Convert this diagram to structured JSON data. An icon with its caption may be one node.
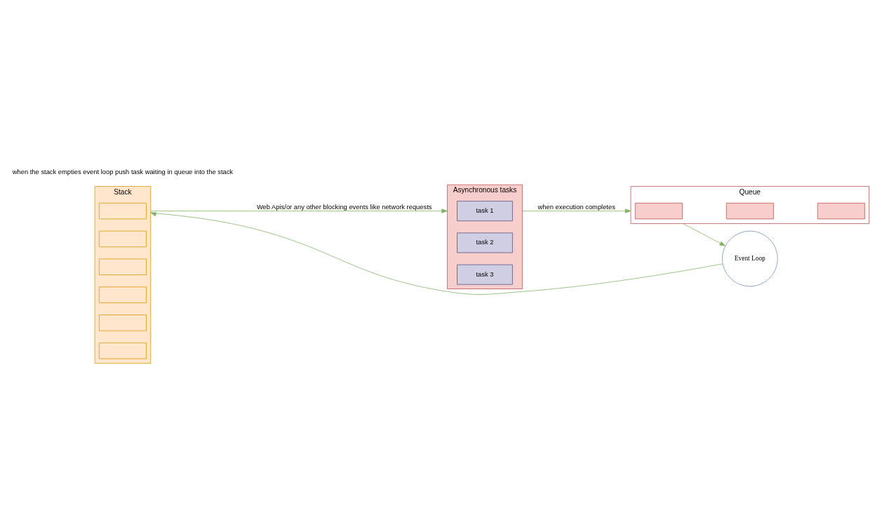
{
  "diagram": {
    "nodes": [
      {
        "text": [
          "Stack"
        ]
      },
      {
        "text": [],
        "shape": "box",
        "in": 0
      },
      {
        "text": [],
        "shape": "box",
        "in": 0
      },
      {
        "text": [],
        "shape": "box",
        "in": 0
      },
      {
        "text": [],
        "shape": "box",
        "in": 0
      },
      {
        "text": [],
        "shape": "box",
        "in": 0
      },
      {
        "text": [],
        "shape": "box",
        "in": 0
      },
      {
        "text": [
          "Asynchronous tasks"
        ]
      },
      {
        "text": [
          "task 1"
        ],
        "in": 7
      },
      {
        "text": [
          "task 2"
        ],
        "in": 7
      },
      {
        "text": [
          "task 3"
        ],
        "in": 7
      },
      {
        "text": [
          "Queue"
        ]
      },
      {
        "text": [],
        "shape": "box",
        "in": 11
      },
      {
        "text": [],
        "shape": "box",
        "in": 11
      },
      {
        "text": [],
        "shape": "box",
        "in": 11
      },
      {
        "text": [
          "Event Loop"
        ]
      }
    ],
    "edges": [
      {
        "from": 0,
        "to": 7,
        "arrow": "to",
        "label": "Web Apis/or any other blocking events like network requests"
      },
      {
        "from": 7,
        "to": 11,
        "arrow": "to",
        "label": "when execution completes"
      },
      {
        "from": 11,
        "to": 15,
        "arrow": "to"
      },
      {
        "from": 15,
        "to": 0,
        "arrow": "to"
      }
    ],
    "labels": [
      "when the stack empties event loop push task waiting in queue into the stack"
    ]
  }
}
